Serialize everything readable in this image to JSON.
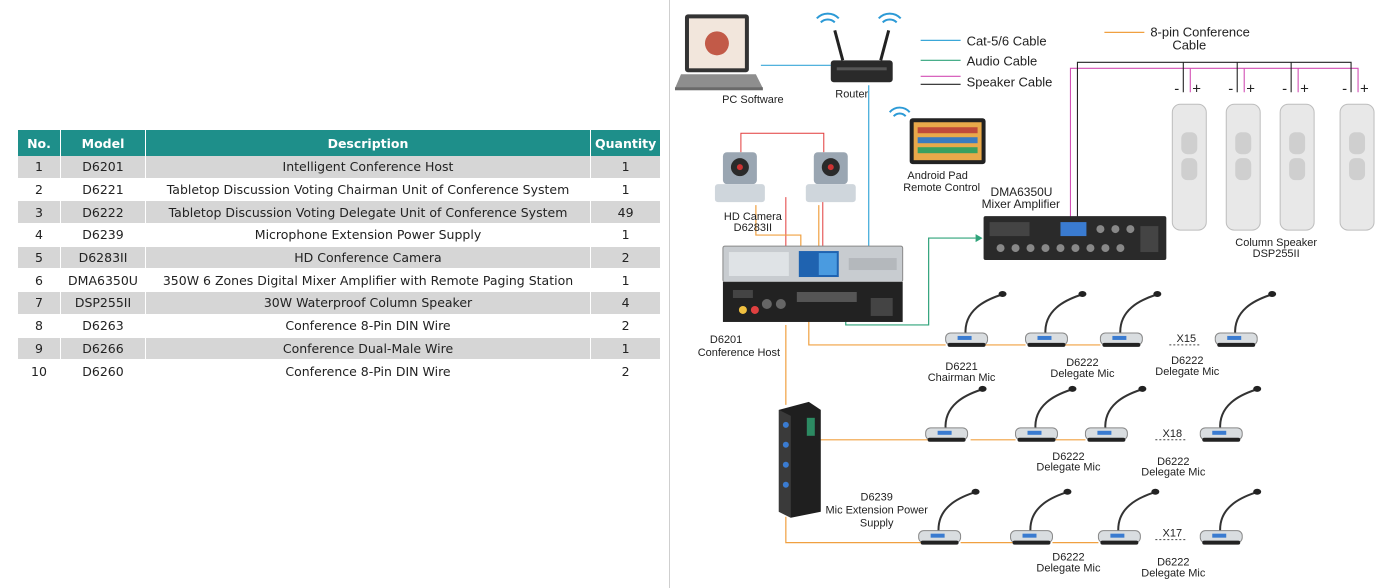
{
  "table": {
    "headers": [
      "No.",
      "Model",
      "Description",
      "Quantity"
    ],
    "rows": [
      [
        "1",
        "D6201",
        "Intelligent Conference Host",
        "1"
      ],
      [
        "2",
        "D6221",
        "Tabletop Discussion Voting Chairman Unit of Conference System",
        "1"
      ],
      [
        "3",
        "D6222",
        "Tabletop Discussion Voting Delegate Unit of Conference System",
        "49"
      ],
      [
        "4",
        "D6239",
        "Microphone Extension Power Supply",
        "1"
      ],
      [
        "5",
        "D6283II",
        "HD Conference Camera",
        "2"
      ],
      [
        "6",
        "DMA6350U",
        "350W 6 Zones Digital Mixer Amplifier with Remote Paging Station",
        "1"
      ],
      [
        "7",
        "DSP255II",
        "30W Waterproof Column Speaker",
        "4"
      ],
      [
        "8",
        "D6263",
        "Conference 8-Pin DIN Wire",
        "2"
      ],
      [
        "9",
        "D6266",
        "Conference Dual-Male Wire",
        "1"
      ],
      [
        "10",
        "D6260",
        "Conference 8-Pin DIN Wire",
        "2"
      ]
    ]
  },
  "diagram": {
    "pc_label": "PC Software",
    "router_label": "Router",
    "legend": {
      "cat": "Cat-5/6 Cable",
      "audio": "Audio Cable",
      "speaker": "Speaker Cable",
      "conf1": "8-pin Conference",
      "conf2": "Cable"
    },
    "pad1": "Android Pad",
    "pad2": "Remote Control",
    "cam1": "HD Camera",
    "cam2": "D6283II",
    "amp1": "DMA6350U",
    "amp2": "Mixer  Amplifier",
    "speaker1": "Column Speaker",
    "speaker2": "DSP255II",
    "host1": "D6201",
    "host2": "Conference Host",
    "chair1": "D6221",
    "chair2": "Chairman Mic",
    "delegate1": "D6222",
    "delegate2": "Delegate Mic",
    "x15": "X15",
    "x18": "X18",
    "x17": "X17",
    "psu1": "D6239",
    "psu2": "Mic Extension Power",
    "psu3": "Supply",
    "minus": "-",
    "plus": "+",
    "colors": {
      "cat": "#3aa7d8",
      "audio": "#2fa37a",
      "speaker": "#d24fb4",
      "conf": "#f0a040",
      "power": "#222222"
    }
  }
}
